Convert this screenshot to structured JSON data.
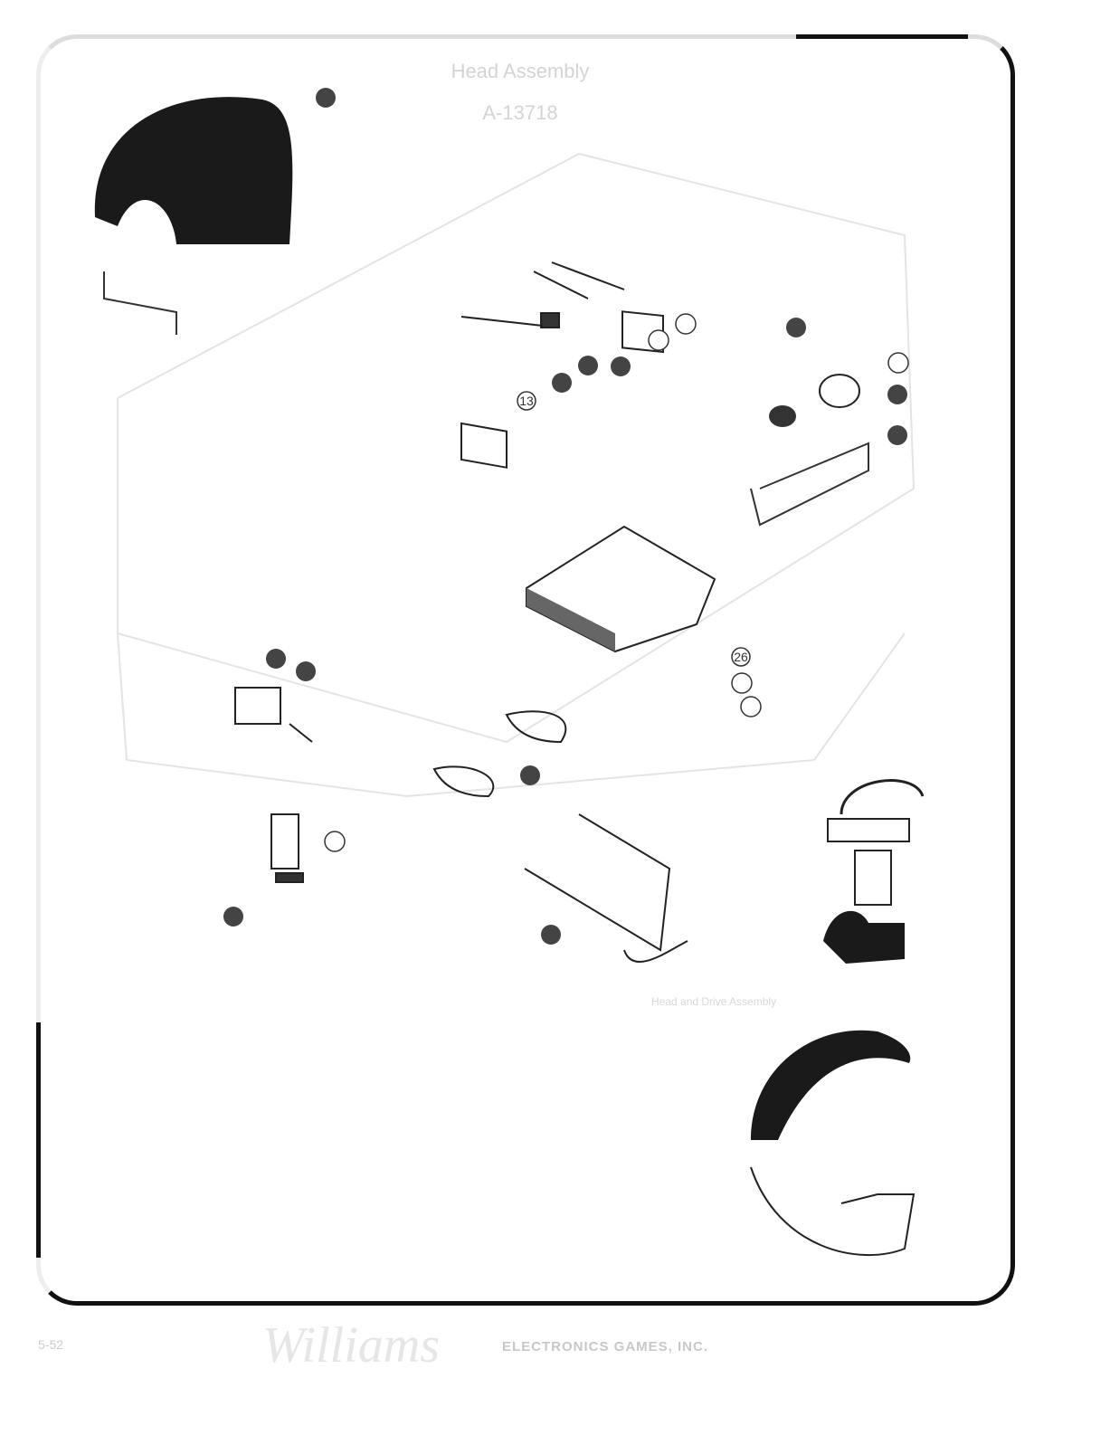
{
  "diagram": {
    "title": "Head Assembly",
    "part_number": "A-13718",
    "caption": "Head and Drive Assembly",
    "callouts": [
      "13",
      "26"
    ]
  },
  "footer": {
    "page": "5-52",
    "brand": "Williams",
    "company": "ELECTRONICS GAMES, INC."
  }
}
